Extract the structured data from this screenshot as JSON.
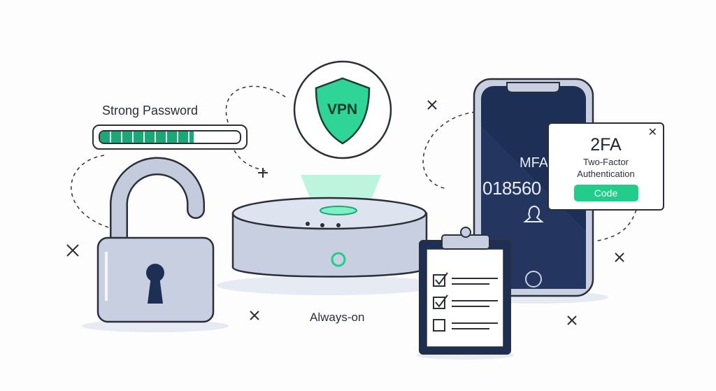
{
  "password": {
    "label": "Strong Password",
    "strength_percent": 67
  },
  "vpn": {
    "label": "VPN",
    "caption": "Always-on"
  },
  "phone": {
    "mfa_label": "MFA",
    "code": "018560"
  },
  "popup": {
    "title": "2FA",
    "subtitle_line1": "Two-Factor",
    "subtitle_line2": "Authentication",
    "button": "Code",
    "close": "✕"
  },
  "colors": {
    "accent": "#22cc8a",
    "navy": "#1e2f55",
    "device": "#c7cfe0"
  },
  "icons": [
    "padlock-icon",
    "vpn-shield-icon",
    "checklist-icon",
    "user-icon",
    "close-icon",
    "plus-icon"
  ]
}
